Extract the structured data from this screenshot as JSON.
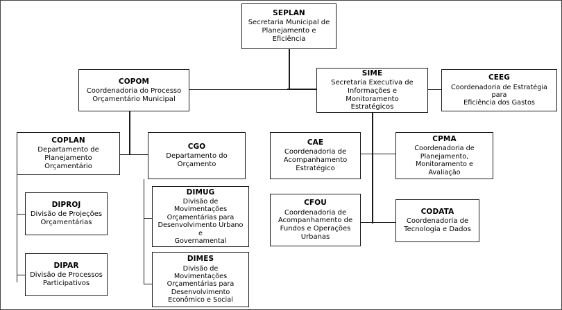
{
  "diagram": {
    "title": "Organograma SEPLAN",
    "type": "org-chart",
    "background": "#ffffff",
    "border_color": "#444444",
    "line_color": "#1a1a1a",
    "text_color": "#000000"
  },
  "nodes": {
    "seplan": {
      "acronym": "SEPLAN",
      "title": "Secretaria Municipal de\nPlanejamento e Eficiência"
    },
    "copom": {
      "acronym": "COPOM",
      "title": "Coordenadoria do Processo\nOrçamentário Municipal"
    },
    "sime": {
      "acronym": "SIME",
      "title": "Secretaria Executiva de\nInformações e Monitoramento\nEstratégicos"
    },
    "ceeg": {
      "acronym": "CEEG",
      "title": "Coordenadoria de Estratégia para\nEficiência dos Gastos"
    },
    "coplan": {
      "acronym": "COPLAN",
      "title": "Departamento de\nPlanejamento Orçamentário"
    },
    "cgo": {
      "acronym": "CGO",
      "title": "Departamento do\nOrçamento"
    },
    "diproj": {
      "acronym": "DIPROJ",
      "title": "Divisão de Projeções\nOrçamentárias"
    },
    "dipar": {
      "acronym": "DIPAR",
      "title": "Divisão de Processos\nParticipativos"
    },
    "dimug": {
      "acronym": "DIMUG",
      "title": "Divisão de Movimentações\nOrçamentárias para\nDesenvolvimento Urbano e\nGovernamental"
    },
    "dimes": {
      "acronym": "DIMES",
      "title": "Divisão de Movimentações\nOrçamentárias para\nDesenvolvimento\nEconômico e Social"
    },
    "cae": {
      "acronym": "CAE",
      "title": "Coordenadoria de\nAcompanhamento\nEstratégico"
    },
    "cpma": {
      "acronym": "CPMA",
      "title": "Coordenadoria de\nPlanejamento,\nMonitoramento e Avaliação"
    },
    "cfou": {
      "acronym": "CFOU",
      "title": "Coordenadoria de\nAcompanhamento de\nFundos e Operações\nUrbanas"
    },
    "codata": {
      "acronym": "CODATA",
      "title": "Coordenadoria de\nTecnologia e Dados"
    }
  },
  "hierarchy": [
    {
      "parent": "seplan",
      "children": [
        "copom",
        "sime"
      ]
    },
    {
      "parent": "sime",
      "children": [
        "ceeg",
        "cae",
        "cpma",
        "cfou",
        "codata"
      ]
    },
    {
      "parent": "copom",
      "children": [
        "coplan",
        "cgo"
      ]
    },
    {
      "parent": "coplan",
      "children": [
        "diproj",
        "dipar"
      ]
    },
    {
      "parent": "cgo",
      "children": [
        "dimug",
        "dimes"
      ]
    }
  ]
}
